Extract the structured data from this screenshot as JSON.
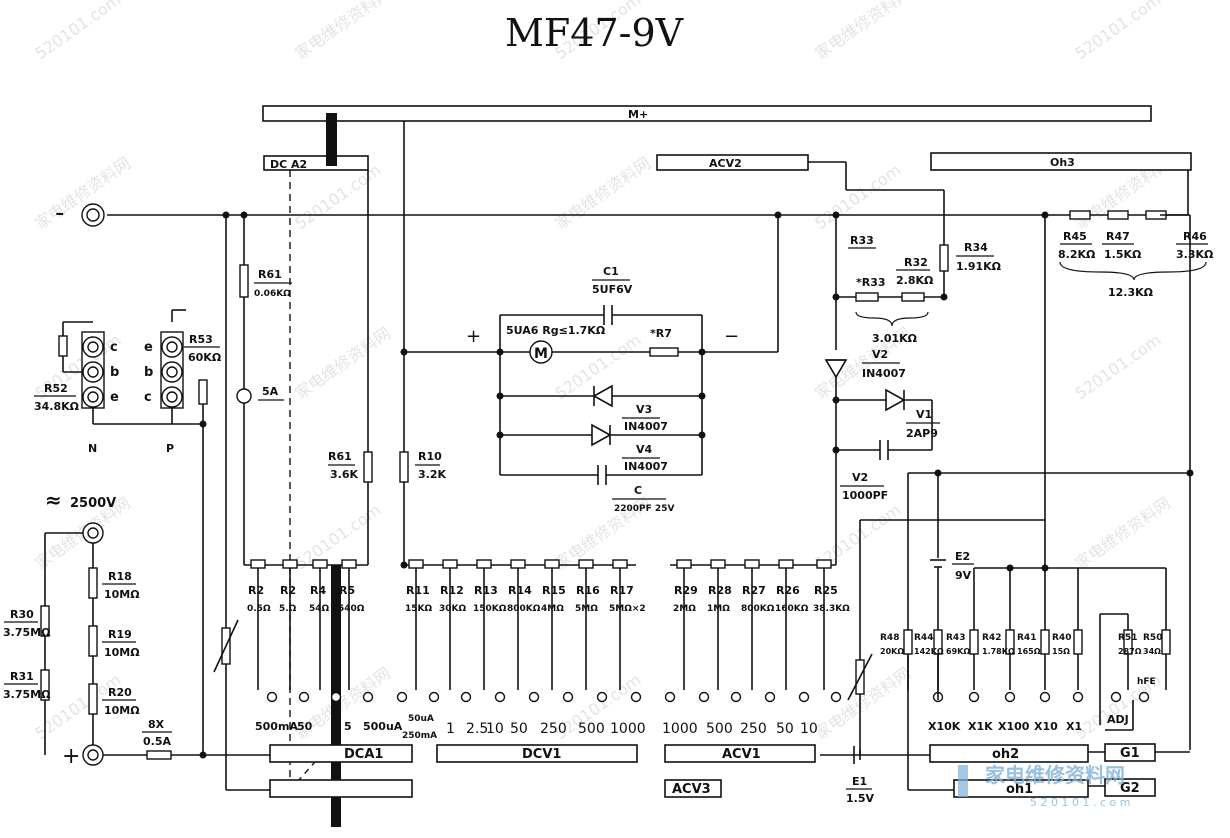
{
  "title": "MF47-9V",
  "bars": {
    "m_plus": "M+",
    "dc_a2": "DC  A2",
    "acv2": "ACV2",
    "oh3": "Oh3",
    "dca1": "DCA1",
    "dcv1": "DCV1",
    "acv1": "ACV1",
    "acv3": "ACV3",
    "oh2": "oh2",
    "oh1": "oh1",
    "g1": "G1",
    "g2": "G2"
  },
  "terminals": {
    "minus": "-",
    "plus": "+",
    "hv_symbol": "≈",
    "hv_value": "2500V",
    "five_a": "5A",
    "hfe_pins_left": [
      "c",
      "b",
      "e"
    ],
    "hfe_pins_right": [
      "e",
      "b",
      "c"
    ],
    "n": "N",
    "p": "P"
  },
  "components": {
    "R61a": {
      "name": "R61",
      "value": "0.06KΩ"
    },
    "R61b": {
      "name": "R61",
      "value": "3.6K"
    },
    "R10": {
      "name": "R10",
      "value": "3.2K"
    },
    "R53": {
      "name": "R53",
      "value": "60KΩ"
    },
    "R52": {
      "name": "R52",
      "value": "34.8KΩ"
    },
    "C1": {
      "name": "C1",
      "value": "5UF6V"
    },
    "meter": {
      "symbol": "M",
      "spec": "5UA6  Rg≤1.7KΩ"
    },
    "R7": {
      "name": "*R7"
    },
    "V3": {
      "name": "V3",
      "value": "IN4007"
    },
    "V4": {
      "name": "V4",
      "value": "IN4007"
    },
    "C": {
      "name": "C",
      "value": "2200PF 25V"
    },
    "R33": {
      "name": "R33"
    },
    "R33s": {
      "name": "*R33"
    },
    "R32": {
      "name": "R32",
      "value": "2.8KΩ"
    },
    "R34": {
      "name": "R34",
      "value": "1.91KΩ"
    },
    "sum_r32_r33": "3.01KΩ",
    "V2d": {
      "name": "V2",
      "value": "IN4007"
    },
    "V1": {
      "name": "V1",
      "value": "2AP9"
    },
    "V2c": {
      "name": "V2",
      "value": "1000PF"
    },
    "R45": {
      "name": "R45",
      "value": "8.2KΩ"
    },
    "R47": {
      "name": "R47",
      "value": "1.5KΩ"
    },
    "R46": {
      "name": "R46",
      "value": "3.3KΩ"
    },
    "sum_oh3": "12.3KΩ",
    "R18": {
      "name": "R18",
      "value": "10MΩ"
    },
    "R19": {
      "name": "R19",
      "value": "10MΩ"
    },
    "R20": {
      "name": "R20",
      "value": "10MΩ"
    },
    "R30": {
      "name": "R30",
      "value": "3.75MΩ"
    },
    "R31": {
      "name": "R31",
      "value": "3.75MΩ"
    },
    "fuse": {
      "name": "8X",
      "value": "0.5A"
    },
    "E2": {
      "name": "E2",
      "value": "9V"
    },
    "E1": {
      "name": "E1",
      "value": "1.5V"
    },
    "R48": {
      "name": "R48",
      "value": "20KΩ"
    },
    "R44": {
      "name": "R44",
      "value": "142KΩ"
    },
    "R43": {
      "name": "R43",
      "value": "69KΩ"
    },
    "R42": {
      "name": "R42",
      "value": "1.78KΩ"
    },
    "R41": {
      "name": "R41",
      "value": "165Ω"
    },
    "R40": {
      "name": "R40",
      "value": "15Ω"
    },
    "R51": {
      "name": "R51",
      "value": "287Ω"
    },
    "R50": {
      "name": "R50",
      "value": "34Ω"
    }
  },
  "polarity": {
    "plus": "+",
    "minus": "−"
  },
  "dca_resistors": [
    {
      "name": "R2",
      "value": "0.5Ω"
    },
    {
      "name": "R2",
      "value": "5.Ω"
    },
    {
      "name": "R4",
      "value": "54Ω"
    },
    {
      "name": "R5",
      "value": "540Ω"
    }
  ],
  "dcv_resistors": [
    {
      "name": "R11",
      "value": "15KΩ"
    },
    {
      "name": "R12",
      "value": "30KΩ"
    },
    {
      "name": "R13",
      "value": "150KΩ"
    },
    {
      "name": "R14",
      "value": "800KΩ"
    },
    {
      "name": "R15",
      "value": "4MΩ"
    },
    {
      "name": "R16",
      "value": "5MΩ"
    },
    {
      "name": "R17",
      "value": "5MΩ×2"
    }
  ],
  "acv_resistors": [
    {
      "name": "R29",
      "value": "2MΩ"
    },
    {
      "name": "R28",
      "value": "1MΩ"
    },
    {
      "name": "R27",
      "value": "800KΩ"
    },
    {
      "name": "R26",
      "value": "160KΩ"
    },
    {
      "name": "R25",
      "value": "38.3KΩ"
    }
  ],
  "ranges": {
    "dca": [
      "500mA",
      "50",
      "5",
      "500uA"
    ],
    "dca_small_a": "50uA",
    "dca_small_b": "250mA",
    "dcv": [
      "1",
      "2.5",
      "10",
      "50",
      "250",
      "500",
      "1000"
    ],
    "acv": [
      "1000",
      "500",
      "250",
      "50",
      "10"
    ],
    "ohm": [
      "X10K",
      "X1K",
      "X100",
      "X10",
      "X1"
    ],
    "adj": "ADJ",
    "hfe": "hFE"
  },
  "watermark": {
    "site": "520101.com",
    "cn": "家电维修资料网",
    "logo_cn": "家电维修资料网",
    "logo_url": "5 2 0 1 0 1 . c o m"
  }
}
